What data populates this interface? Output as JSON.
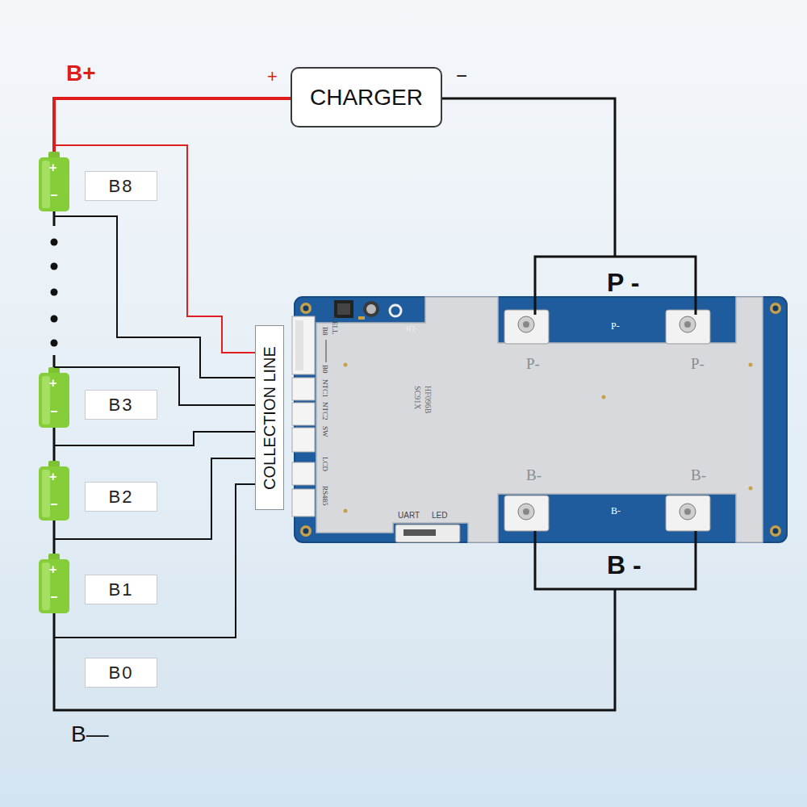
{
  "diagram": {
    "nodes": [
      {
        "text": [
          "CHARGER"
        ]
      },
      {
        "text": [
          "B8"
        ]
      },
      {
        "text": [
          "B3"
        ]
      },
      {
        "text": [
          "B2"
        ]
      },
      {
        "text": [
          "B1"
        ]
      },
      {
        "text": [
          "B0"
        ]
      },
      {
        "text": [
          "COLLECTION LINE"
        ]
      }
    ],
    "labels": [
      "B+",
      "+",
      "−",
      "+",
      "−",
      "+",
      "−",
      "+",
      "−",
      "+",
      "−",
      "P -",
      "B -",
      "B—",
      "HT-",
      "CELL",
      "B8",
      "B0",
      "NTC1",
      "NTC2",
      "SW",
      "LCD",
      "RS485",
      "SC91X",
      "HF096B",
      "UART",
      "LED",
      "P-",
      "P-",
      "P-",
      "B-",
      "B-",
      "B-"
    ]
  }
}
